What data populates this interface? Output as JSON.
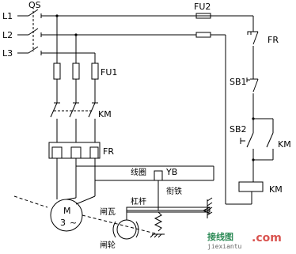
{
  "labels": {
    "qs": "QS",
    "l1": "L1",
    "l2": "L2",
    "l3": "L3",
    "fu1": "FU1",
    "fu2": "FU2",
    "km_main": "KM",
    "fr_main": "FR",
    "fr_ctrl": "FR",
    "sb1": "SB1",
    "sb2": "SB2",
    "km_hold": "KM",
    "km_coil": "KM",
    "coil": "线圈",
    "yb": "YB",
    "armature": "衔铁",
    "lever": "杠杆",
    "motor_m": "M",
    "motor_phase": "3",
    "motor_tilde": "~",
    "brake_shoe": "闸瓦",
    "brake_wheel": "闸轮"
  },
  "watermark": {
    "brand": "接线图",
    "site": "jiexiantu",
    "com": ".com"
  },
  "colors": {
    "line": "#000000",
    "watermark_green": "#2e8b57",
    "watermark_red": "#d9534f"
  }
}
